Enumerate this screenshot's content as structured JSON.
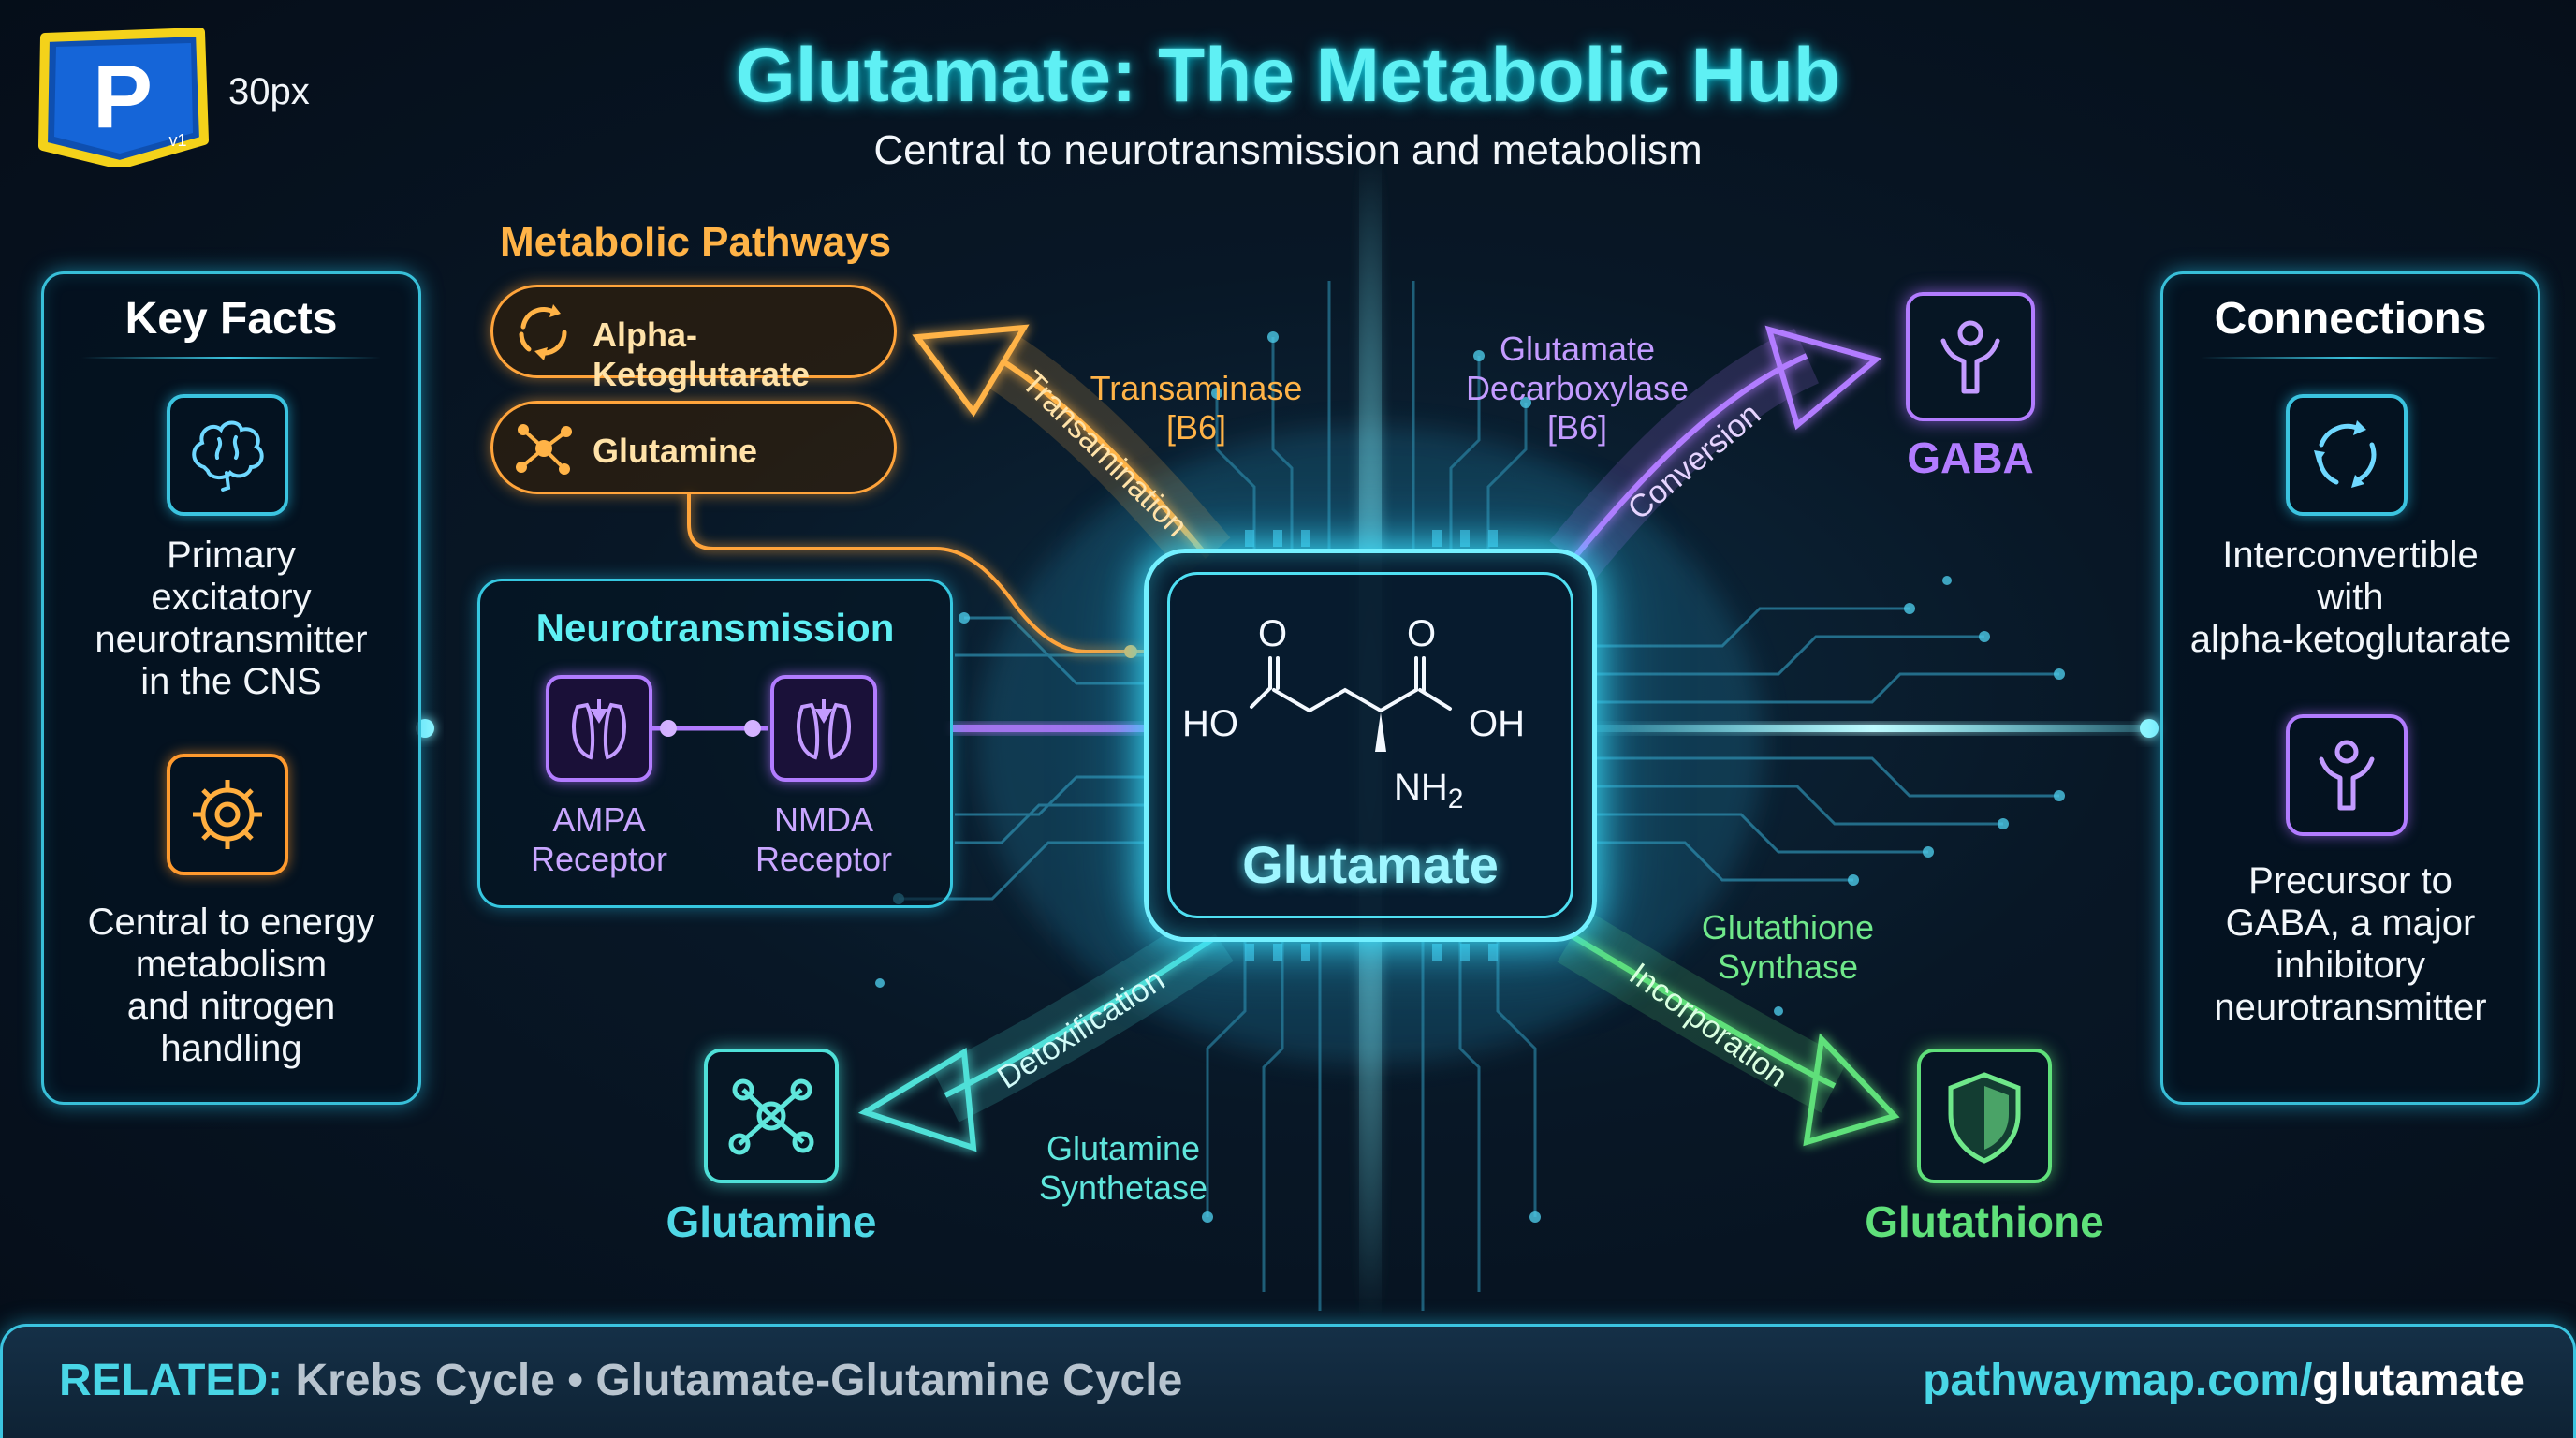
{
  "header": {
    "logo_letter": "P",
    "logo_version": "v1",
    "logo_caption": "30px",
    "title": "Glutamate: The Metabolic Hub",
    "subtitle": "Central to neurotransmission and metabolism"
  },
  "key_facts": {
    "title": "Key Facts",
    "items": [
      {
        "icon": "brain-icon",
        "text": "Primary\nexcitatory\nneurotransmitter\nin the CNS"
      },
      {
        "icon": "gear-icon",
        "text": "Central to energy\nmetabolism\nand nitrogen\nhandling"
      }
    ]
  },
  "connections": {
    "title": "Connections",
    "items": [
      {
        "icon": "cycle-icon",
        "text": "Interconvertible\nwith\nalpha-ketoglutarate"
      },
      {
        "icon": "gaba-figure-icon",
        "text": "Precursor to\nGABA, a major\ninhibitory\nneurotransmitter"
      }
    ]
  },
  "metabolic_pathways": {
    "title": "Metabolic Pathways",
    "items": [
      {
        "icon": "cycle-icon",
        "label": "Alpha-Ketoglutarate"
      },
      {
        "icon": "molecule-icon",
        "label": "Glutamine"
      }
    ]
  },
  "neurotransmission": {
    "title": "Neurotransmission",
    "receptors": [
      {
        "icon": "receptor-icon",
        "label": "AMPA\nReceptor"
      },
      {
        "icon": "receptor-icon",
        "label": "NMDA\nReceptor"
      }
    ]
  },
  "center": {
    "label": "Glutamate",
    "chem_left": "HO",
    "chem_right": "OH",
    "chem_o1": "O",
    "chem_o2": "O",
    "chem_nh": "NH",
    "chem_sub": "2"
  },
  "pathways": {
    "transamination": {
      "arrow_label": "Transamination",
      "enzyme": "Transaminase\n[B6]",
      "color": "#ffb347"
    },
    "conversion": {
      "arrow_label": "Conversion",
      "enzyme": "Glutamate\nDecarboxylase\n[B6]",
      "color": "#b27cff"
    },
    "detoxification": {
      "arrow_label": "Detoxification",
      "enzyme": "Glutamine\nSynthetase",
      "color": "#4fe0d8"
    },
    "incorporation": {
      "arrow_label": "Incorporation",
      "enzyme": "Glutathione\nSynthase",
      "color": "#5fe07a"
    }
  },
  "nodes": {
    "gaba": {
      "label": "GABA",
      "icon": "gaba-figure-icon",
      "color": "#b27cff"
    },
    "glutamine": {
      "label": "Glutamine",
      "icon": "molecule-icon",
      "color": "#4fe0d8"
    },
    "glutathione": {
      "label": "Glutathione",
      "icon": "shield-icon",
      "color": "#5fe07a"
    }
  },
  "footer": {
    "related_label": "RELATED:",
    "related_items": [
      "Krebs Cycle",
      "Glutamate-Glutamine Cycle"
    ],
    "separator": "•",
    "url_domain": "pathwaymap.com/",
    "url_path": "glutamate"
  }
}
